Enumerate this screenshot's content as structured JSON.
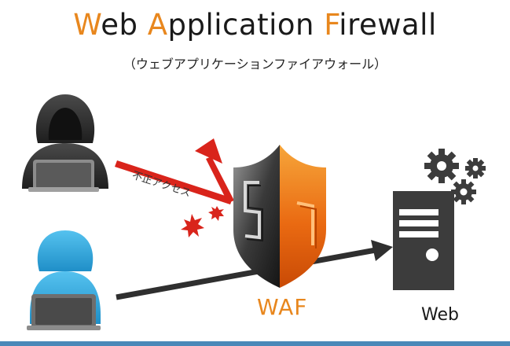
{
  "title": {
    "word1_initial": "W",
    "word1_rest": "eb ",
    "word2_initial": "A",
    "word2_rest": "pplication ",
    "word3_initial": "F",
    "word3_rest": "irewall"
  },
  "subtitle": "（ウェブアプリケーションファイアウォール）",
  "labels": {
    "attack": "不正アクセス",
    "waf": "WAF",
    "web": "Web"
  },
  "colors": {
    "accent": "#e8871e",
    "attack": "#d9241b",
    "attacker": "#3a3a3a",
    "user": "#3eb3e6",
    "server": "#3c3c3c",
    "bottom_bar": "#4a88b8"
  }
}
